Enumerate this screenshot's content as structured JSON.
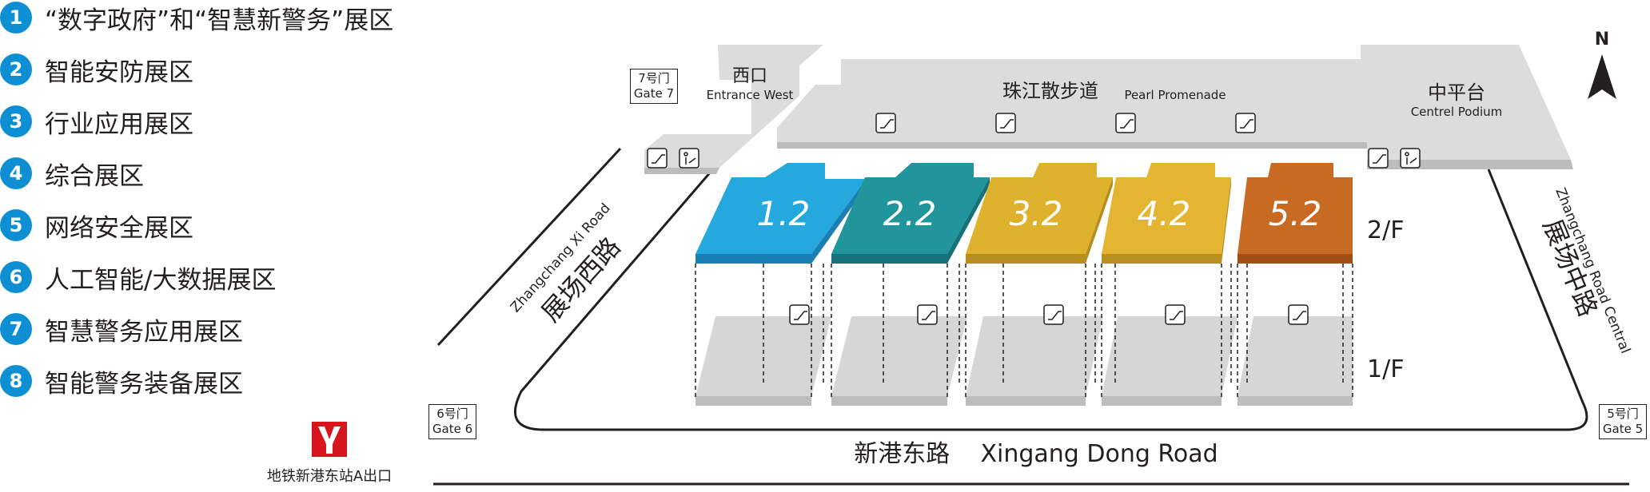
{
  "legend": [
    {
      "num": "1",
      "label": "“数字政府”和“智慧新警务”展区"
    },
    {
      "num": "2",
      "label": "智能安防展区"
    },
    {
      "num": "3",
      "label": "行业应用展区"
    },
    {
      "num": "4",
      "label": "综合展区"
    },
    {
      "num": "5",
      "label": "网络安全展区"
    },
    {
      "num": "6",
      "label": "人工智能/大数据展区"
    },
    {
      "num": "7",
      "label": "智慧警务应用展区"
    },
    {
      "num": "8",
      "label": "智能警务装备展区"
    }
  ],
  "gates": {
    "gate7_cn": "7号门",
    "gate7_en": "Gate 7",
    "gate6_cn": "6号门",
    "gate6_en": "Gate 6",
    "gate5_cn": "5号门",
    "gate5_en": "Gate 5"
  },
  "areas": {
    "west_cn": "西口",
    "west_en": "Entrance West",
    "promenade_cn": "珠江散步道",
    "promenade_en": "Pearl Promenade",
    "podium_cn": "中平台",
    "podium_en": "Centrel Podium"
  },
  "halls": [
    {
      "label": "1.2",
      "color": "#24a8de"
    },
    {
      "label": "2.2",
      "color": "#20959c"
    },
    {
      "label": "3.2",
      "color": "#dfb22e"
    },
    {
      "label": "4.2",
      "color": "#e3b530"
    },
    {
      "label": "5.2",
      "color": "#c96a22"
    }
  ],
  "floors": {
    "upper": "2/F",
    "lower": "1/F"
  },
  "roads": {
    "xi_en": "Zhangchang Xi Road",
    "xi_cn": "展场西路",
    "central_en": "Zhangchang Road Central",
    "central_cn": "展场中路",
    "dong": "新港东路    Xingang Dong Road"
  },
  "compass": "N",
  "metro": {
    "label": "地铁新港东站A出口"
  },
  "colors": {
    "legend": "#0f8fd3",
    "platform": "#dcdcdc",
    "platform_edge": "#bcbcbc",
    "metro": "#d7151c"
  }
}
